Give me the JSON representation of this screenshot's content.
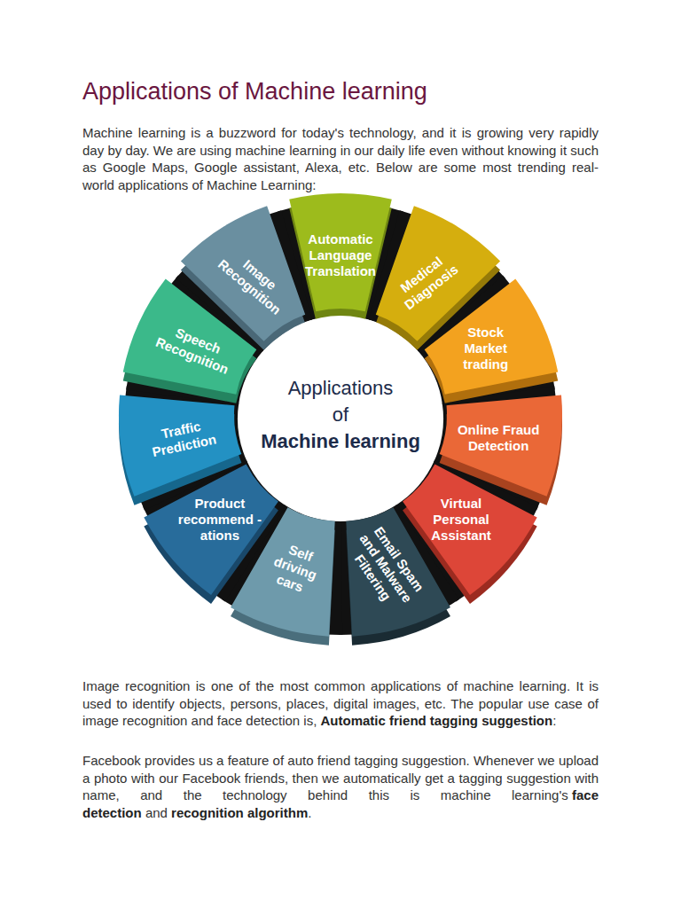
{
  "diagram": {
    "title": "Applications of Machine learning",
    "nodes": [
      {
        "text": [
          "Applications of",
          "Machine learning"
        ]
      },
      {
        "text": [
          "Automatic Language Translation"
        ]
      },
      {
        "text": [
          "Medical Diagnosis"
        ]
      },
      {
        "text": [
          "Stock Market trading"
        ]
      },
      {
        "text": [
          "Online Fraud Detection"
        ]
      },
      {
        "text": [
          "Virtual Personal Assistant"
        ]
      },
      {
        "text": [
          "Email Spam and Malware Filtering"
        ]
      },
      {
        "text": [
          "Self driving cars"
        ]
      },
      {
        "text": [
          "Product recommend -ations"
        ]
      },
      {
        "text": [
          "Traffic Prediction"
        ]
      },
      {
        "text": [
          "Speech Recognition"
        ]
      },
      {
        "text": [
          "Image Recognition"
        ]
      }
    ],
    "labels": [
      "Machine learning is a buzzword for today's technology, and it is growing very rapidly day by day. We are using machine learning in our daily life even without knowing it such as Google Maps, Google assistant, Alexa, etc. Below are some most trending real-world applications of Machine Learning:",
      "Image recognition is one of the most common applications of machine learning. It is used to identify objects, persons, places, digital images, etc. The popular use case of image recognition and face detection is,",
      "Automatic friend tagging suggestion",
      ":",
      "Facebook provides us a feature of auto friend tagging suggestion. Whenever we upload a photo with our Facebook friends, then we automatically get a tagging suggestion with name, and the technology behind this is machine learning's",
      "face detection",
      "and",
      "recognition algorithm",
      "."
    ]
  }
}
